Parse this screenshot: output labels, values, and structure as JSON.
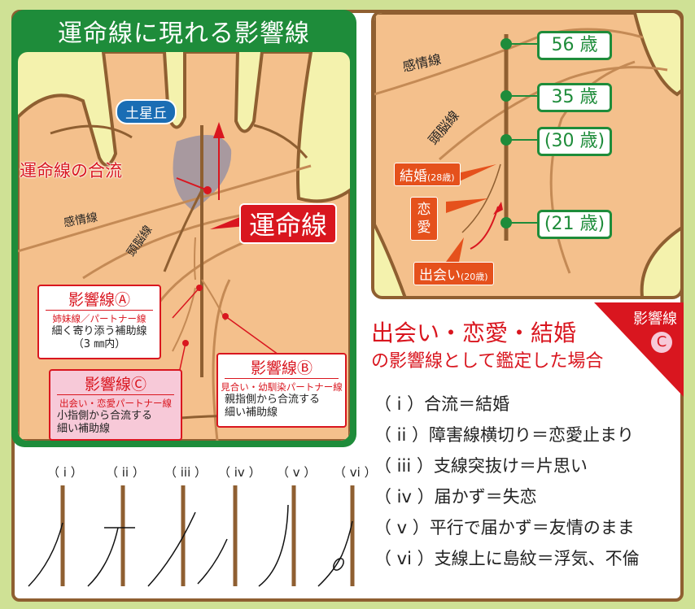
{
  "left_panel": {
    "title": "運命線に現れる影響線",
    "mount_label": "土星丘",
    "merge_label": "運命線の合流",
    "fate_line_label": "運命線",
    "heart_line_label": "感情線",
    "head_line_label": "頭脳線",
    "cards": [
      {
        "title": "影響線Ⓐ",
        "subtitle": "姉妹線／パートナー線",
        "desc1": "細く寄り添う補助線",
        "desc2": "（3 ㎜内）"
      },
      {
        "title": "影響線Ⓑ",
        "subtitle": "見合い・幼馴染パートナー線",
        "desc1": "親指側から合流する",
        "desc2": "細い補助線"
      },
      {
        "title": "影響線Ⓒ",
        "subtitle": "出会い・恋愛パートナー線",
        "desc1": "小指側から合流する",
        "desc2": "細い補助線"
      }
    ]
  },
  "right_panel": {
    "heart_line_label": "感情線",
    "head_line_label": "頭脳線",
    "ages": [
      "56 歳",
      "35 歳",
      "(30 歳)",
      "(21 歳)"
    ],
    "events": {
      "marriage": "結婚",
      "marriage_age": "(28歳)",
      "love": "恋愛",
      "meeting": "出会い",
      "meeting_age": "(20歳)"
    }
  },
  "explanation": {
    "corner_label": "影響線",
    "corner_letter": "C",
    "heading1": "出会い・恋愛・結婚",
    "heading2": "の影響線として鑑定した場合",
    "items": [
      "（ i ）合流＝結婚",
      "（ ii ）障害線横切り＝恋愛止まり",
      "（ iii ）支線突抜け＝片思い",
      "（ iv ）届かず＝失恋",
      "（ v ）平行で届かず＝友情のまま",
      "（ vi ）支線上に島紋＝浮気、不倫"
    ]
  },
  "samples": {
    "labels": [
      "（ i ）",
      "（ ii ）",
      "（ iii ）",
      "（ iv ）",
      "（ v ）",
      "（ vi ）"
    ]
  },
  "colors": {
    "background": "#cfe195",
    "green": "#1e8c3a",
    "brown": "#8f5f31",
    "red": "#d9161f",
    "orange": "#e5511c",
    "skin": "#f4c08c",
    "pale": "#f4f2ad"
  }
}
